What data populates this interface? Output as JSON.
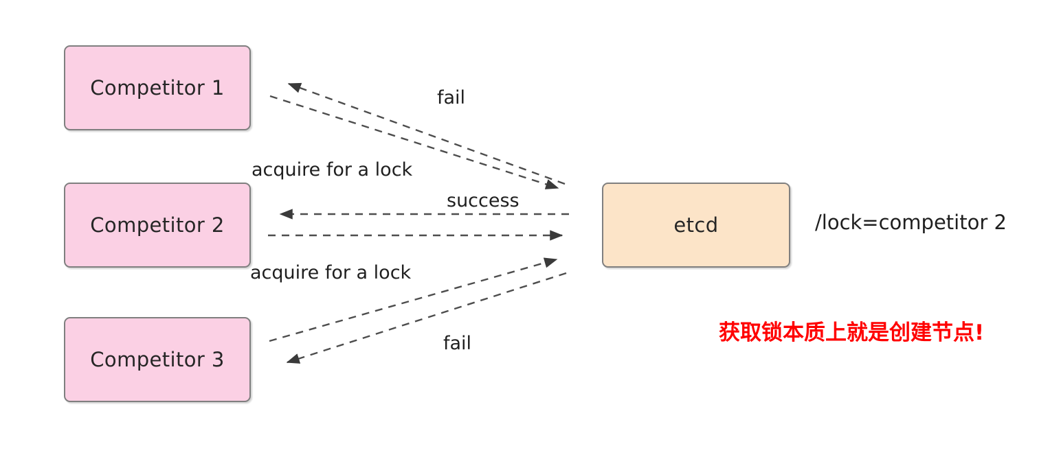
{
  "diagram": {
    "title": "etcd distributed lock acquisition",
    "background": "#ffffff",
    "nodes": [
      {
        "id": "competitor-1",
        "label": "Competitor 1",
        "fill": "#fbd0e4",
        "stroke": "#7f7f7f"
      },
      {
        "id": "competitor-2",
        "label": "Competitor 2",
        "fill": "#fbd0e4",
        "stroke": "#7f7f7f"
      },
      {
        "id": "competitor-3",
        "label": "Competitor 3",
        "fill": "#fbd0e4",
        "stroke": "#7f7f7f"
      },
      {
        "id": "etcd",
        "label": "etcd",
        "fill": "#fce4c8",
        "stroke": "#7f7f7f"
      }
    ],
    "edges": [
      {
        "id": "c1-to-etcd",
        "from": "competitor-1",
        "to": "etcd",
        "label": "acquire for a lock",
        "style": "dashed",
        "direction": "right-down"
      },
      {
        "id": "etcd-to-c1",
        "from": "etcd",
        "to": "competitor-1",
        "label": "fail",
        "style": "dashed",
        "direction": "left-up"
      },
      {
        "id": "c2-to-etcd",
        "from": "competitor-2",
        "to": "etcd",
        "label": "",
        "style": "dashed",
        "direction": "right"
      },
      {
        "id": "etcd-to-c2",
        "from": "etcd",
        "to": "competitor-2",
        "label": "success",
        "style": "dashed",
        "direction": "left"
      },
      {
        "id": "c3-to-etcd",
        "from": "competitor-3",
        "to": "etcd",
        "label": "acquire for a lock",
        "style": "dashed",
        "direction": "right-up"
      },
      {
        "id": "etcd-to-c3",
        "from": "etcd",
        "to": "competitor-3",
        "label": "fail",
        "style": "dashed",
        "direction": "left-down"
      }
    ],
    "edge_labels": {
      "fail_top": "fail",
      "fail_bottom": "fail",
      "acquire_top": "acquire for a lock",
      "acquire_bottom": "acquire for a lock",
      "success": "success"
    },
    "annotations": {
      "lock_key": "/lock=competitor 2",
      "chinese_note": "获取锁本质上就是创建节点!",
      "chinese_note_color": "#ff0000"
    },
    "colors": {
      "competitor_fill": "#fbd0e4",
      "etcd_fill": "#fce4c8",
      "node_stroke": "#7f7f7f",
      "arrow": "#4d4d4d",
      "text": "#1f1f1f",
      "highlight": "#ff0000"
    }
  }
}
